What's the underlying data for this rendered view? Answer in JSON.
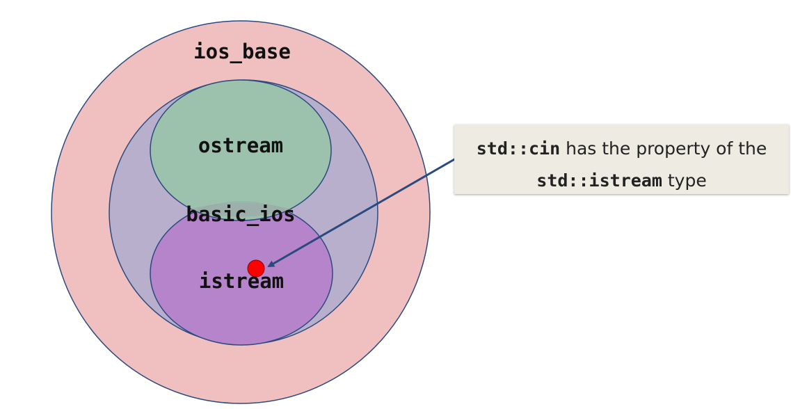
{
  "diagram": {
    "sets": {
      "ios_base": {
        "label": "ios_base",
        "color": "#f0bfbf"
      },
      "basic_ios": {
        "label": "basic_ios",
        "color": "#b7afcc"
      },
      "ostream": {
        "label": "ostream",
        "color": "#99c3aa"
      },
      "istream": {
        "label": "istream",
        "color": "#b584cb"
      }
    },
    "outline_color": "#2a4a7f",
    "point_color": "#ff0000",
    "arrow_color": "#2a4a7f"
  },
  "callout": {
    "line1_code": "std::cin",
    "line1_text": " has the property of the",
    "line2_code": "std::istream",
    "line2_text": " type"
  }
}
